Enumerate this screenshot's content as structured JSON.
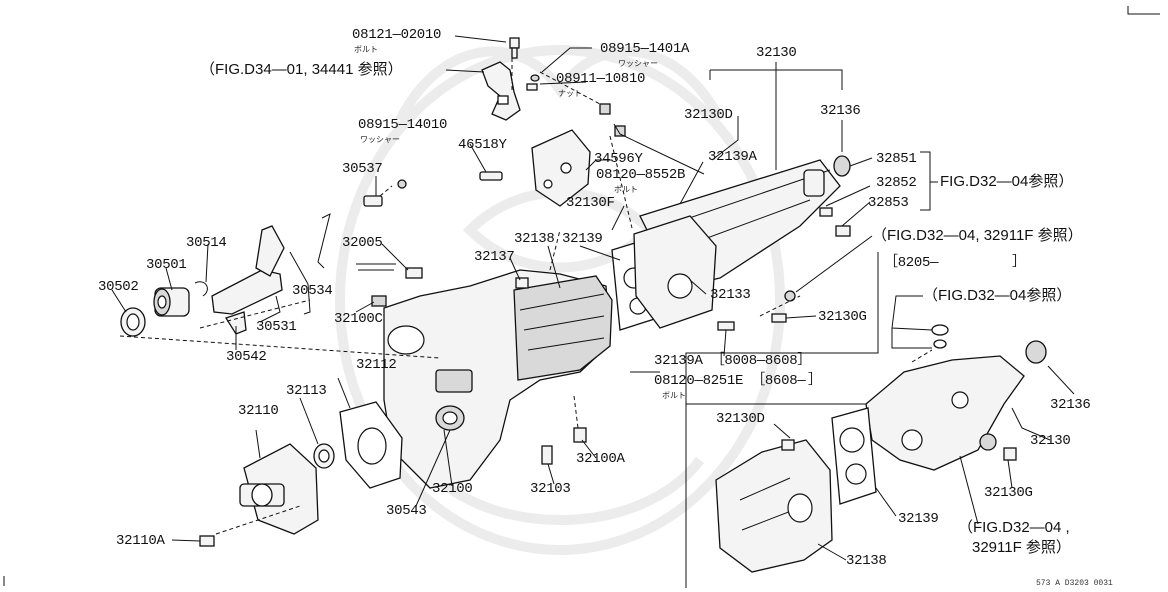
{
  "labels": {
    "p08121_02010": "08121—02010",
    "p08121_02010_sub": "ボルト",
    "ref_d34": "（FIG.D34—01, 34441 参照）",
    "p08915_1401A": "08915—1401A",
    "p08915_1401A_sub": "ワッシャー",
    "p08911_10810": "08911—10810",
    "p08911_10810_sub": "ナット",
    "p32130_top": "32130",
    "p32130D_top": "32130D",
    "p32136_top": "32136",
    "p08915_14010": "08915—14010",
    "p08915_14010_sub": "ワッシャー",
    "p46518Y": "46518Y",
    "p34596Y": "34596Y",
    "p32139A_top": "32139A",
    "p32851": "32851",
    "ref_d32_04a": "FIG.D32—04参照）",
    "p08120_8552B": "08120—8552B",
    "p08120_8552B_sub": "ボルト",
    "p32852": "32852",
    "p32853": "32853",
    "p30537": "30537",
    "p32130F": "32130F",
    "ref_d32_04_32911F_top": "（FIG.D32—04, 32911F 参照）",
    "p30514": "30514",
    "p32005": "32005",
    "p32138_mid": "32138",
    "p32139_mid": "32139",
    "p8205": "［8205—",
    "p8205_close": "］",
    "p30501": "30501",
    "p32137": "32137",
    "p30502": "30502",
    "p30534": "30534",
    "p32133": "32133",
    "ref_d32_04b": "—（FIG.D32—04参照）",
    "p32100C": "32100C",
    "p30531": "30531",
    "p32130G_mid": "32130G",
    "p30542": "30542",
    "p32139A_range": "32139A ［8008—8608］",
    "p08120_8251E": "08120—8251E ［8608—",
    "p08120_8251E_close": "］",
    "p08120_8251E_sub": "ボルト",
    "p32112": "32112",
    "p32113": "32113",
    "p32110": "32110",
    "p32136_right": "32136",
    "p32130D_right": "32130D",
    "p32100A": "32100A",
    "p32130_right": "32130",
    "p32100": "32100",
    "p32103": "32103",
    "p32130G_right": "32130G",
    "p30543": "30543",
    "p32139_right": "32139",
    "ref_d32_04c_line1": "（FIG.D32—04 ,",
    "ref_d32_04c_line2": "32911F 参照）",
    "p32110A": "32110A",
    "p32138_right": "32138",
    "figure_code": "573 A D3203 0031"
  }
}
